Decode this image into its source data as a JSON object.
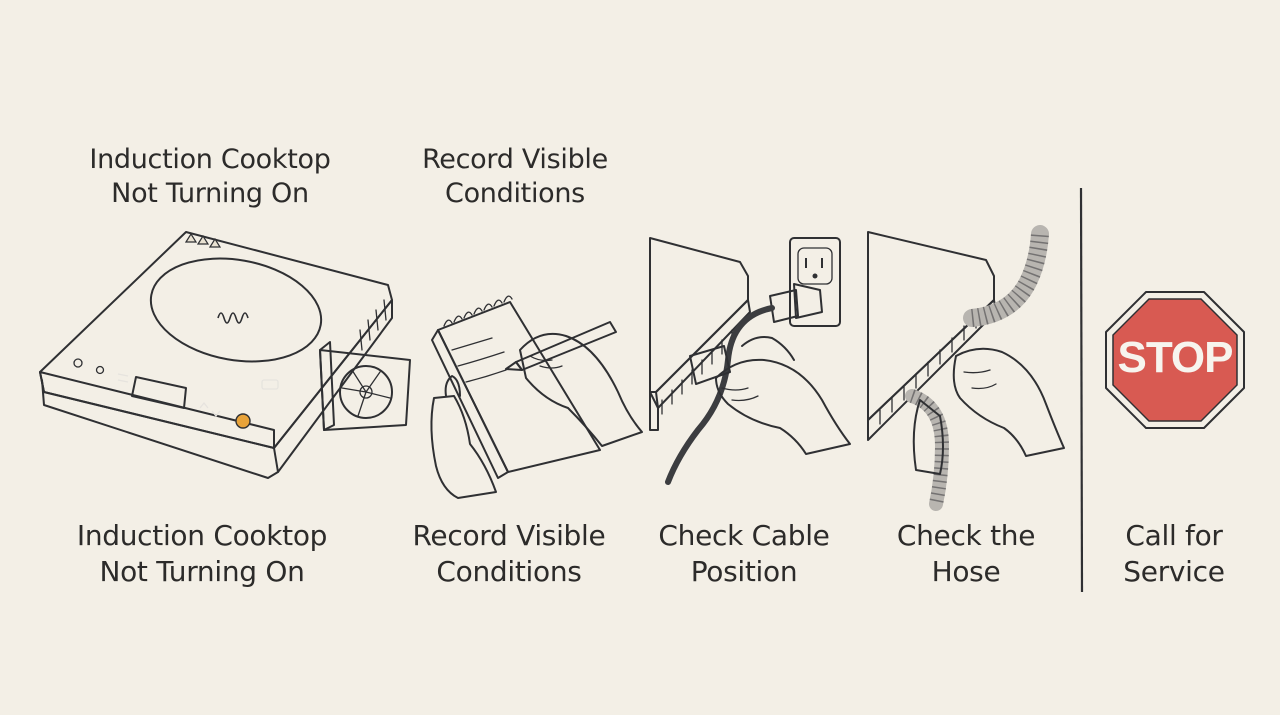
{
  "colors": {
    "background": "#f3efe6",
    "cooktop_blue": "#5f7189",
    "cooktop_dark": "#4e5d72",
    "stop_red": "#d85a52",
    "power_orange": "#e8a33a",
    "ink": "#2f3033"
  },
  "top_labels": {
    "cooktop": "Induction Cooktop\nNot Turning On",
    "record": "Record Visible\nConditions"
  },
  "steps": [
    {
      "label": "Induction Cooktop\nNot Turning On",
      "icon": "cooktop-icon"
    },
    {
      "label": "Record Visible\nConditions",
      "icon": "notepad-icon"
    },
    {
      "label": "Check Cable\nPosition",
      "icon": "plug-icon"
    },
    {
      "label": "Check the\nHose",
      "icon": "hose-icon"
    },
    {
      "label": "Call for\nService",
      "icon": "stop-sign-icon"
    }
  ],
  "stop_sign": {
    "text": "STOP"
  }
}
